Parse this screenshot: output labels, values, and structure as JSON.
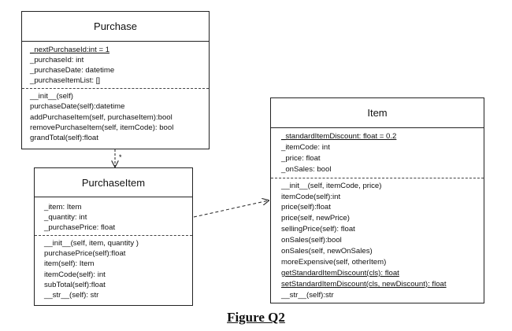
{
  "classes": {
    "purchase": {
      "name": "Purchase",
      "attributes": [
        {
          "text": "_nextPurchaseId:int = 1",
          "static": true
        },
        {
          "text": "_purchaseId: int",
          "static": false
        },
        {
          "text": "_purchaseDate: datetime",
          "static": false
        },
        {
          "text": "_purchaseItemList: []",
          "static": false
        }
      ],
      "operations": [
        {
          "text": "__init__(self)",
          "static": false
        },
        {
          "text": "purchaseDate(self):datetime",
          "static": false
        },
        {
          "text": "addPurchaseItem(self, purchaseItem):bool",
          "static": false
        },
        {
          "text": "removePurchaseItem(self, itemCode): bool",
          "static": false
        },
        {
          "text": "grandTotal(self):float",
          "static": false
        }
      ]
    },
    "purchaseitem": {
      "name": "PurchaseItem",
      "attributes": [
        {
          "text": "_item: Item",
          "static": false
        },
        {
          "text": "_quantity: int",
          "static": false
        },
        {
          "text": "_purchasePrice: float",
          "static": false
        }
      ],
      "operations": [
        {
          "text": "__init__(self, item, quantity )",
          "static": false
        },
        {
          "text": "purchasePrice(self):float",
          "static": false
        },
        {
          "text": "item(self): Item",
          "static": false
        },
        {
          "text": "itemCode(self): int",
          "static": false
        },
        {
          "text": "subTotal(self):float",
          "static": false
        },
        {
          "text": "__str__(self): str",
          "static": false
        }
      ]
    },
    "item": {
      "name": "Item",
      "attributes": [
        {
          "text": "_standardItemDiscount: float = 0.2",
          "static": true
        },
        {
          "text": "_itemCode: int",
          "static": false
        },
        {
          "text": "_price: float",
          "static": false
        },
        {
          "text": "_onSales: bool",
          "static": false
        }
      ],
      "operations": [
        {
          "text": "__init__(self, itemCode, price)",
          "static": false
        },
        {
          "text": "itemCode(self):int",
          "static": false
        },
        {
          "text": "price(self):float",
          "static": false
        },
        {
          "text": "price(self, newPrice)",
          "static": false
        },
        {
          "text": "sellingPrice(self): float",
          "static": false
        },
        {
          "text": "onSales(self):bool",
          "static": false
        },
        {
          "text": "onSales(self, newOnSales)",
          "static": false
        },
        {
          "text": "moreExpensive(self, otherItem)",
          "static": false
        },
        {
          "text": "getStandardItemDiscount(cls): float",
          "static": true
        },
        {
          "text": "setStandardItemDiscount(cls, newDiscount): float",
          "static": true
        },
        {
          "text": "__str__(self):str",
          "static": false
        }
      ]
    }
  },
  "relationships": [
    {
      "from": "Purchase",
      "to": "PurchaseItem",
      "style": "dashed-arrow",
      "multiplicity": "*"
    },
    {
      "from": "PurchaseItem",
      "to": "Item",
      "style": "dashed-arrow"
    }
  ],
  "caption": "Figure Q2"
}
